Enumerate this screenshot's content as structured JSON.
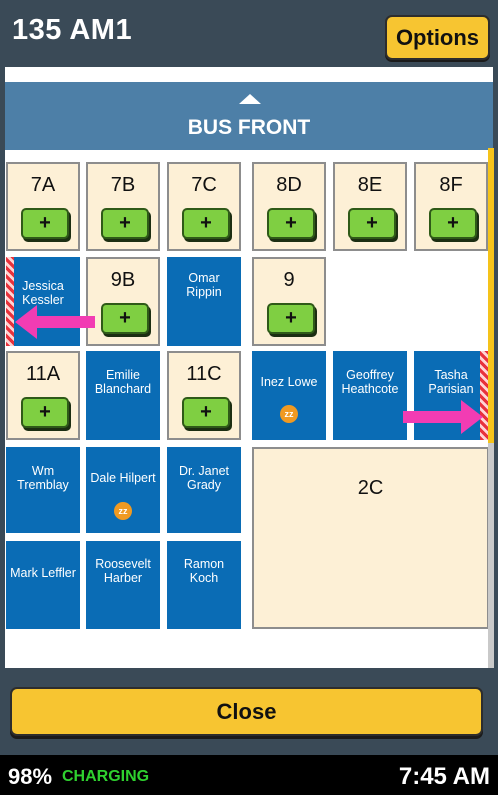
{
  "header": {
    "title": "135 AM1",
    "options_label": "Options"
  },
  "bus_front": {
    "label": "BUS FRONT",
    "icon": "triangle-up-icon"
  },
  "seats": {
    "7A": {
      "num": "7A",
      "add": "+"
    },
    "7B": {
      "num": "7B",
      "add": "+"
    },
    "7C": {
      "num": "7C",
      "add": "+"
    },
    "8D": {
      "num": "8D",
      "add": "+"
    },
    "8E": {
      "num": "8E",
      "add": "+"
    },
    "8F": {
      "num": "8F",
      "add": "+"
    },
    "9B": {
      "num": "9B",
      "add": "+"
    },
    "9": {
      "num": "9",
      "add": "+"
    },
    "11A": {
      "num": "11A",
      "add": "+"
    },
    "11C": {
      "num": "11C",
      "add": "+"
    },
    "2C": {
      "num": "2C"
    }
  },
  "riders": {
    "jessica": "Jessica Kessler",
    "omar": "Omar Rippin",
    "emilie": "Emilie Blanchard",
    "inez": "Inez Lowe",
    "geoffrey": "Geoffrey Heathcote",
    "tasha": "Tasha Parisian",
    "wm": "Wm Tremblay",
    "dale": "Dale Hilpert",
    "janet": "Dr. Janet Grady",
    "mark": "Mark Leffler",
    "roosevelt": "Roosevelt Harber",
    "ramon": "Ramon Koch"
  },
  "sleep_badge": "zz",
  "close_label": "Close",
  "status": {
    "battery": "98%",
    "charging": "CHARGING",
    "time": "7:45 AM"
  },
  "colors": {
    "header": "#3a4a57",
    "accent_yellow": "#f7c531",
    "seat_occupied": "#0a6cb5",
    "seat_empty": "#fdf0d6",
    "add_green": "#7fcf42",
    "bus_front": "#4d7fa7",
    "arrow_pink": "#f23cb3",
    "charging_green": "#2fd02f"
  }
}
